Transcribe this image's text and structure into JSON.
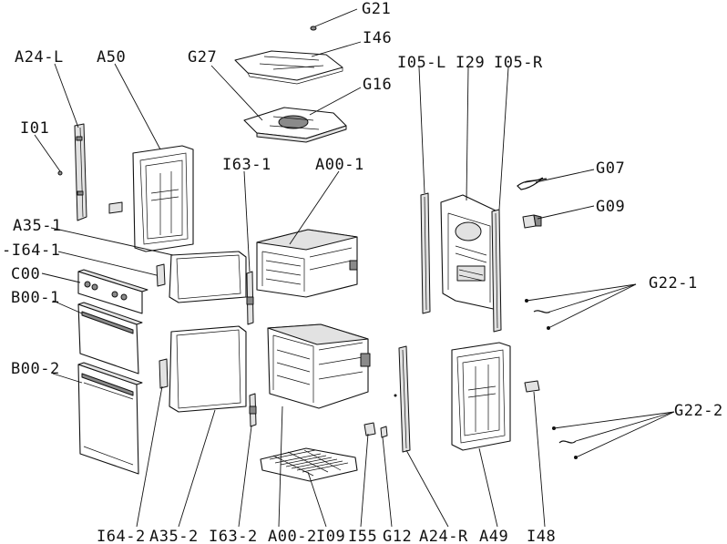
{
  "labels": {
    "G21": "G21",
    "I46": "I46",
    "A24_L": "A24-L",
    "A50": "A50",
    "G27": "G27",
    "G16": "G16",
    "I05_L": "I05-L",
    "I29": "I29",
    "I05_R": "I05-R",
    "I01": "I01",
    "I63_1": "I63-1",
    "A00_1": "A00-1",
    "G07": "G07",
    "G09": "G09",
    "A35_1": "A35-1",
    "I64_1": "-I64-1",
    "C00": "C00",
    "G22_1": "G22-1",
    "B00_1": "B00-1",
    "B00_2": "B00-2",
    "G22_2": "G22-2",
    "I64_2": "I64-2",
    "A35_2": "A35-2",
    "I63_2": "I63-2",
    "A00_2": "A00-2",
    "I09": "I09",
    "I55": "I55",
    "G12": "G12",
    "A24_R": "A24-R",
    "A49": "A49",
    "I48": "I48"
  }
}
